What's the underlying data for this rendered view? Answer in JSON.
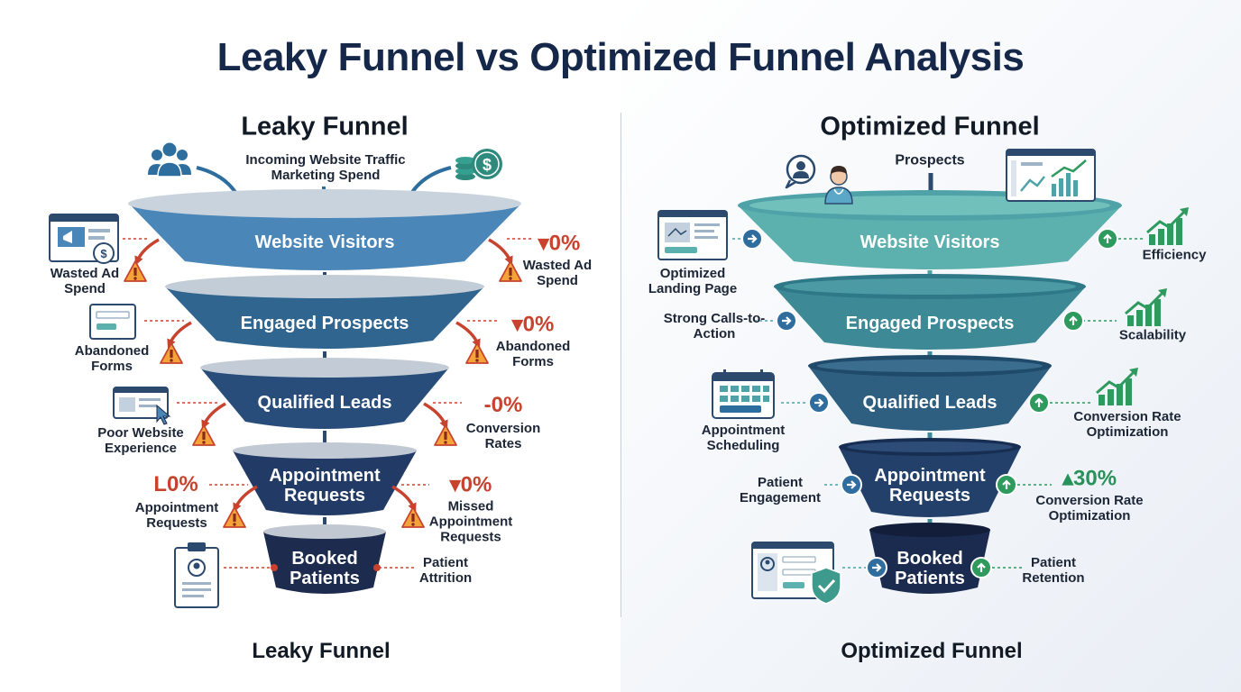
{
  "title": "Leaky Funnel vs Optimized Funnel Analysis",
  "colors": {
    "leaky_stages": [
      "#4a86b8",
      "#30658f",
      "#284d7a",
      "#223b66",
      "#1c2b4e"
    ],
    "optimized_stages": [
      "#5cb0ad",
      "#3d8a96",
      "#2e5f80",
      "#22406a",
      "#1b2b4f"
    ],
    "leak_red": "#c8432e",
    "gain_green": "#27925a",
    "arrow_blue": "#2e6e9e"
  },
  "leaky": {
    "title": "Leaky Funnel",
    "footer": "Leaky Funnel",
    "input_lines": [
      "Incoming Website Traffic",
      "Marketing Spend"
    ],
    "stages": [
      {
        "label": "Website Visitors"
      },
      {
        "label": "Engaged Prospects"
      },
      {
        "label": "Qualified Leads"
      },
      {
        "label": "Appointment Requests"
      },
      {
        "label": "Booked Patients"
      }
    ],
    "left_leaks": [
      {
        "label": "Wasted Ad Spend",
        "icon": "ad-screen-icon"
      },
      {
        "label": "Abandoned Forms",
        "icon": "form-icon"
      },
      {
        "label": "Poor Website Experience",
        "icon": "browser-cursor-icon"
      },
      {
        "label": "Appointment Requests",
        "pct": "L0%"
      },
      {
        "label": "",
        "icon": "clipboard-patient-icon"
      }
    ],
    "right_leaks": [
      {
        "label": "Wasted Ad Spend",
        "pct": "▾0%"
      },
      {
        "label": "Abandoned Forms",
        "pct": "▾0%"
      },
      {
        "label": "Conversion Rates",
        "pct": "-0%"
      },
      {
        "label": "Missed Appointment Requests",
        "pct": "▾0%"
      },
      {
        "label": "Patient Attrition"
      }
    ]
  },
  "optimized": {
    "title": "Optimized Funnel",
    "footer": "Optimized Funnel",
    "input_lines": [
      "Prospects"
    ],
    "stages": [
      {
        "label": "Website Visitors"
      },
      {
        "label": "Engaged Prospects"
      },
      {
        "label": "Qualified Leads"
      },
      {
        "label": "Appointment Requests"
      },
      {
        "label": "Booked Patients"
      }
    ],
    "left_inputs": [
      {
        "label": "Optimized Landing Page",
        "icon": "landing-page-icon"
      },
      {
        "label": "Strong Calls-to-Action"
      },
      {
        "label": "Appointment Scheduling",
        "icon": "calendar-icon"
      },
      {
        "label": "Patient Engagement"
      },
      {
        "label": "",
        "icon": "secure-profile-icon"
      }
    ],
    "right_gains": [
      {
        "label": "Efficiency",
        "icon": "growth-chart-icon"
      },
      {
        "label": "Scalability",
        "icon": "growth-chart-icon"
      },
      {
        "label": "Conversion Rate Optimization",
        "icon": "growth-chart-icon"
      },
      {
        "label": "Conversion Rate Optimization",
        "pct": "▴30%"
      },
      {
        "label": "Patient Retention"
      }
    ]
  }
}
